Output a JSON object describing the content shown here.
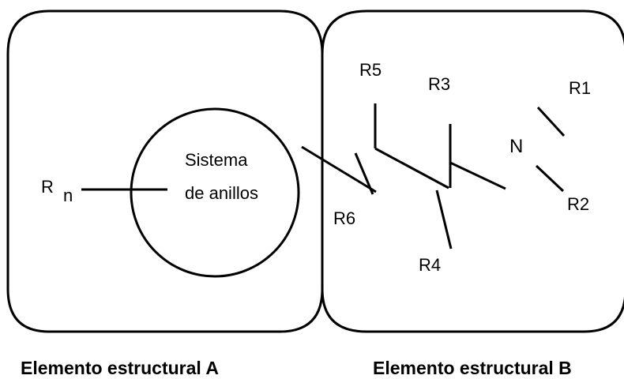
{
  "element_a": {
    "caption": "Elemento estructural A",
    "ring_label_line1": "Sistema",
    "ring_label_line2": "de anillos",
    "substituent_main": "R",
    "substituent_sub": "n"
  },
  "element_b": {
    "caption": "Elemento estructural B",
    "labels": {
      "r1": "R1",
      "r2": "R2",
      "r3": "R3",
      "r4": "R4",
      "r5": "R5",
      "r6": "R6",
      "n": "N"
    }
  }
}
